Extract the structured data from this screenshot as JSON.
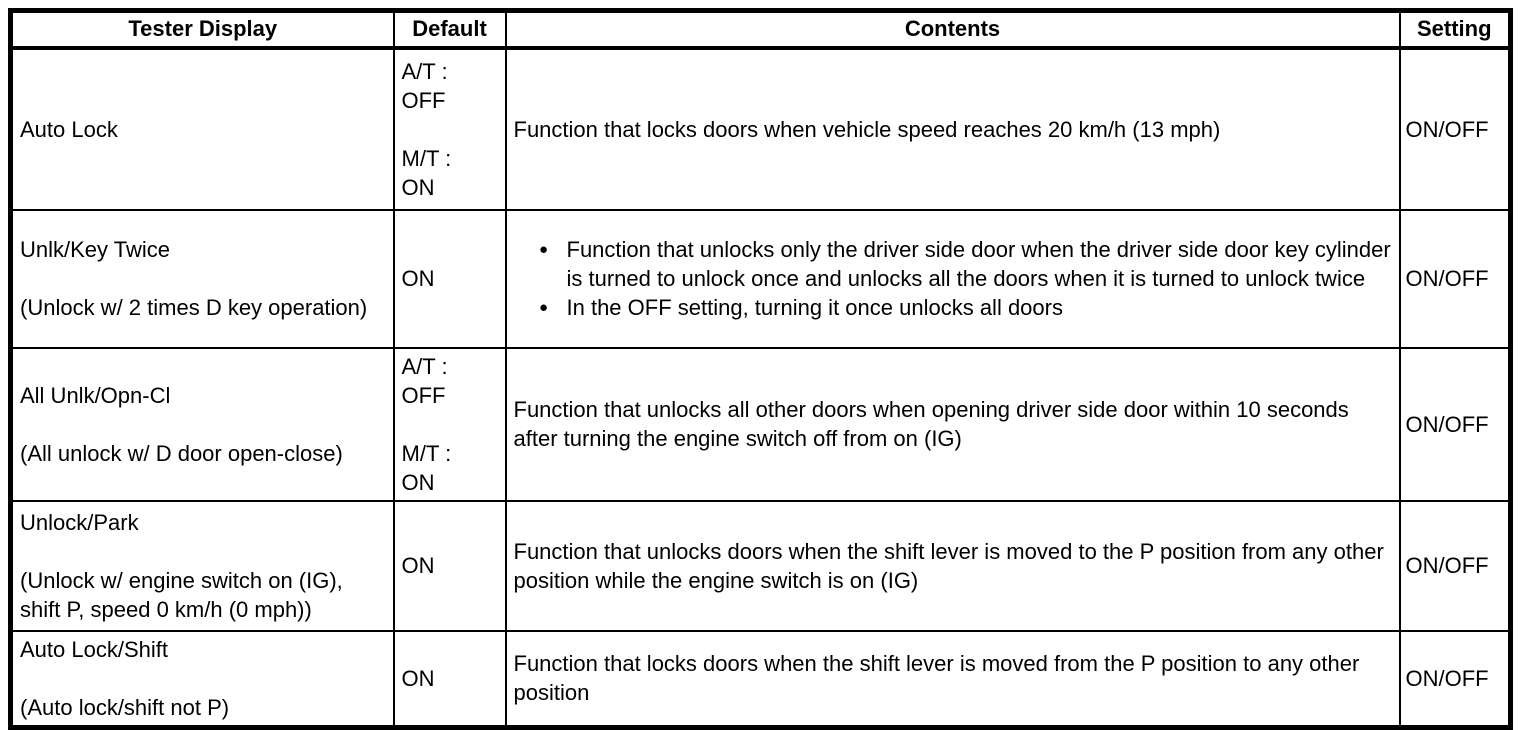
{
  "header": {
    "tester_display": "Tester Display",
    "default": "Default",
    "contents": "Contents",
    "setting": "Setting"
  },
  "rows": [
    {
      "name": "Auto Lock",
      "note": "",
      "default_lines": [
        "A/T :",
        "OFF",
        "",
        "M/T :",
        "ON"
      ],
      "contents_text": "Function that locks doors when vehicle speed reaches 20 km/h (13 mph)",
      "contents_bullets": [],
      "setting": "ON/OFF"
    },
    {
      "name": "Unlk/Key Twice",
      "note": "(Unlock w/ 2 times D key operation)",
      "default_lines": [
        "ON"
      ],
      "contents_text": "",
      "contents_bullets": [
        "Function that unlocks only the driver side door when the driver side door key cylinder is turned to unlock once and unlocks all the doors when it is turned to unlock twice",
        "In the OFF setting, turning it once unlocks all doors"
      ],
      "setting": "ON/OFF"
    },
    {
      "name": "All Unlk/Opn-Cl",
      "note": "(All unlock w/ D door open-close)",
      "default_lines": [
        "A/T :",
        "OFF",
        "",
        "M/T :",
        "ON"
      ],
      "contents_text": "Function that unlocks all other doors when opening driver side door within 10 seconds after turning the engine switch off from on (IG)",
      "contents_bullets": [],
      "setting": "ON/OFF"
    },
    {
      "name": "Unlock/Park",
      "note": "(Unlock w/ engine switch on (IG), shift P, speed 0 km/h (0 mph))",
      "default_lines": [
        "ON"
      ],
      "contents_text": "Function that unlocks doors when the shift lever is moved to the P position from any other position while the engine switch is on (IG)",
      "contents_bullets": [],
      "setting": "ON/OFF"
    },
    {
      "name": "Auto Lock/Shift",
      "note": "(Auto lock/shift not P)",
      "default_lines": [
        "ON"
      ],
      "contents_text": "Function that locks doors when the shift lever is moved from the P position to any other position",
      "contents_bullets": [],
      "setting": "ON/OFF"
    }
  ],
  "colors": {
    "border": "#000000",
    "text": "#000000",
    "background": "#ffffff"
  }
}
